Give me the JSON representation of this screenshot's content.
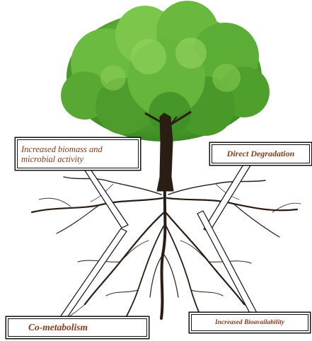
{
  "labels": {
    "biomass_line1": "Increased biomass and",
    "biomass_line2": "microbial activity",
    "direct_degradation": "Direct Degradation",
    "co_metabolism": "Co-metabolism",
    "increased_bioavailability": "Increased Bioavailability"
  },
  "colors": {
    "label_text": "#8a3a1c",
    "foliage_dark": "#3f8f25",
    "foliage_mid": "#62b43a",
    "foliage_light": "#8fd15a",
    "trunk": "#2a1d14"
  }
}
